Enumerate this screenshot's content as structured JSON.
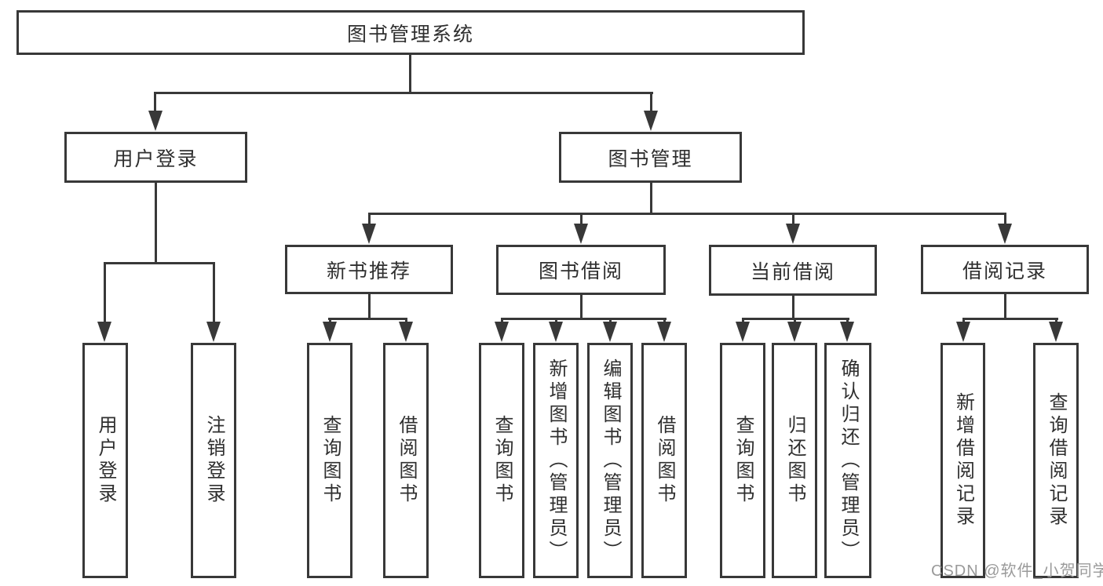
{
  "diagram": {
    "root": {
      "label": "图书管理系统"
    },
    "branches": [
      {
        "label": "用户登录",
        "children": [
          {
            "label": "用户登录"
          },
          {
            "label": "注销登录"
          }
        ]
      },
      {
        "label": "图书管理",
        "children": [
          {
            "label": "新书推荐",
            "children": [
              {
                "label": "查询图书"
              },
              {
                "label": "借阅图书"
              }
            ]
          },
          {
            "label": "图书借阅",
            "children": [
              {
                "label": "查询图书"
              },
              {
                "label": "新增图书（管理员）"
              },
              {
                "label": "编辑图书（管理员）"
              },
              {
                "label": "借阅图书"
              }
            ]
          },
          {
            "label": "当前借阅",
            "children": [
              {
                "label": "查询图书"
              },
              {
                "label": "归还图书"
              },
              {
                "label": "确认归还（管理员）"
              }
            ]
          },
          {
            "label": "借阅记录",
            "children": [
              {
                "label": "新增借阅记录"
              },
              {
                "label": "查询借阅记录"
              }
            ]
          }
        ]
      }
    ]
  },
  "watermark": {
    "text": "CSDN @软件_小贺同学"
  },
  "colors": {
    "line": "#383838",
    "text": "#2f2f2f",
    "watermark": "#9a9a9a",
    "background": "#ffffff"
  }
}
